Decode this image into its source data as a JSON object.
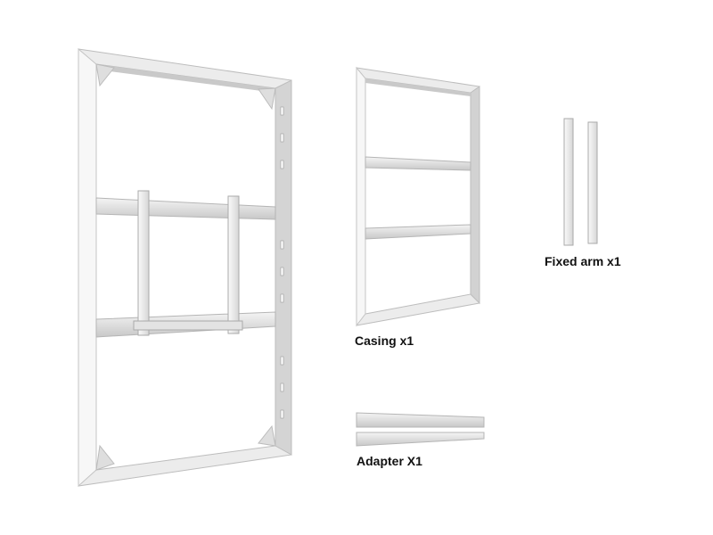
{
  "labels": {
    "casing": "Casing x1",
    "fixed_arm": "Fixed arm x1",
    "adapter": "Adapter X1"
  },
  "colors": {
    "metal_light": "#f2f2f2",
    "metal_mid": "#d9d9d9",
    "metal_dark": "#b5b5b5",
    "text": "#111111"
  }
}
